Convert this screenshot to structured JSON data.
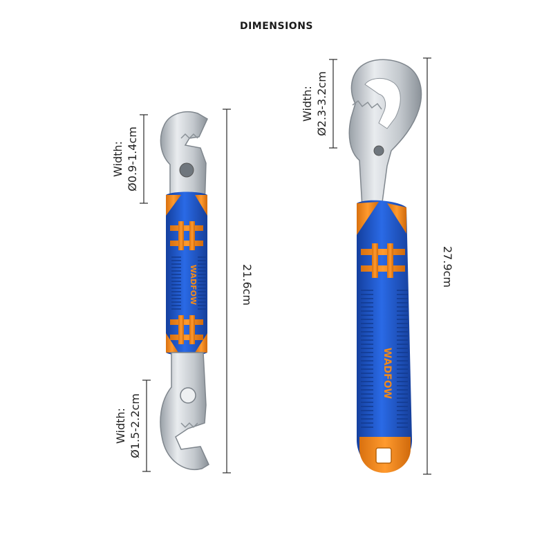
{
  "title": "DIMENSIONS",
  "brand": "WADFOW",
  "colors": {
    "blue": "#1f5bd6",
    "blue_dark": "#143f9e",
    "orange": "#f08a1c",
    "steel": "#c9cdd2",
    "steel_dark": "#8d949b",
    "line": "#2a2a2a"
  },
  "small_wrench": {
    "name": "double-ended-wrench",
    "top_jaw_width": {
      "line1": "Width:",
      "line2": "Ø0.9-1.4cm"
    },
    "bottom_jaw_width": {
      "line1": "Width:",
      "line2": "Ø1.5-2.2cm"
    },
    "length": "21.6cm"
  },
  "large_wrench": {
    "name": "single-ended-wrench",
    "jaw_width": {
      "line1": "Width:",
      "line2": "Ø2.3-3.2cm"
    },
    "length": "27.9cm"
  }
}
